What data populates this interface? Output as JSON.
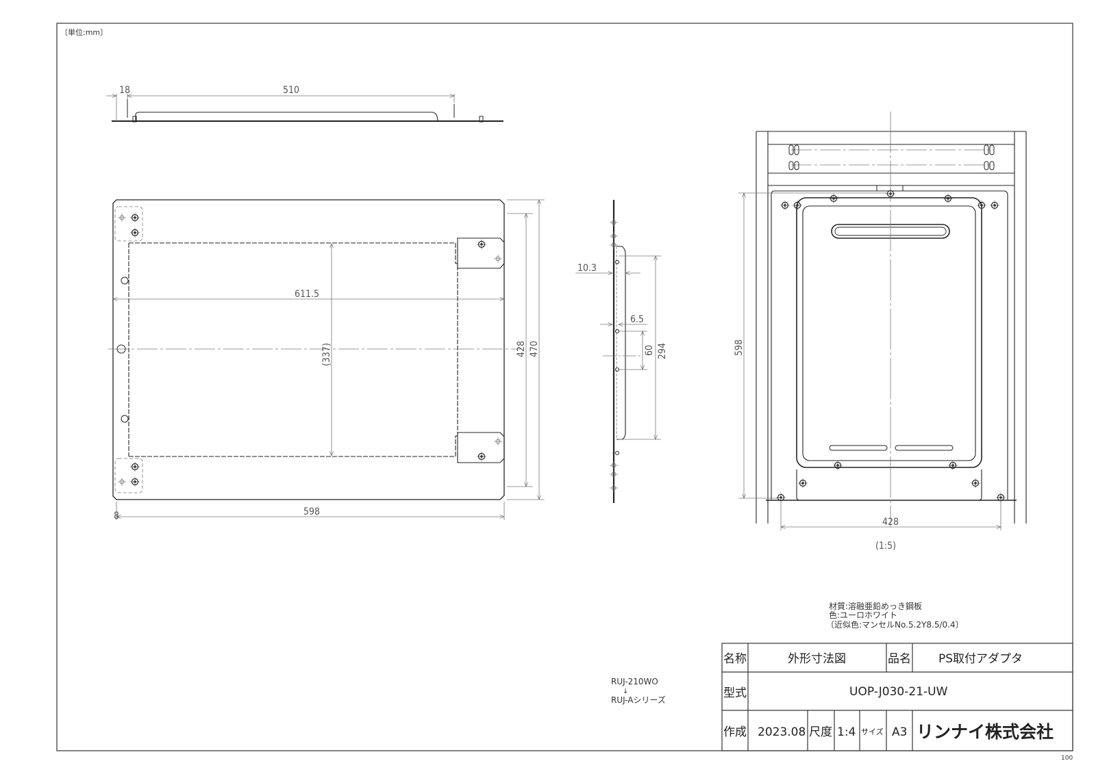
{
  "sheet": {
    "unit_label": "〔単位:mm〕",
    "corner_number": "100"
  },
  "views": {
    "top_view": {
      "dims": {
        "flange": "18",
        "length": "510"
      }
    },
    "front_view": {
      "dims": {
        "width": "611.5",
        "inner_height": "(337)",
        "hole_pitch": "428",
        "height": "470",
        "bottom_width": "598",
        "edge": "8"
      }
    },
    "side_view": {
      "dims": {
        "offset_a": "10.3",
        "offset_b": "6.5",
        "hole_pitch_small": "60",
        "hole_pitch_large": "294"
      }
    },
    "install_view": {
      "dims": {
        "height": "598",
        "width": "428"
      },
      "scale": "(1:5)"
    }
  },
  "notes": {
    "material": "材質:溶融亜鉛めっき鋼板",
    "color": "色:ユーロホワイト",
    "munsell": "〔近似色:マンセルNo.5.2Y8.5/0.4〕"
  },
  "compat": {
    "from": "RUJ-210WO",
    "arrow": "↓",
    "to": "RUJ-Aシリーズ"
  },
  "title_block": {
    "name_label": "名称",
    "name_value": "外形寸法図",
    "product_label": "品名",
    "product_value": "PS取付アダプタ",
    "model_label": "型式",
    "model_value": "UOP-J030-21-UW",
    "created_label": "作成",
    "created_value": "2023.08",
    "scale_label": "尺度",
    "scale_value": "1:4",
    "size_label": "サイズ",
    "size_value": "A3",
    "company": "リンナイ株式会社"
  }
}
